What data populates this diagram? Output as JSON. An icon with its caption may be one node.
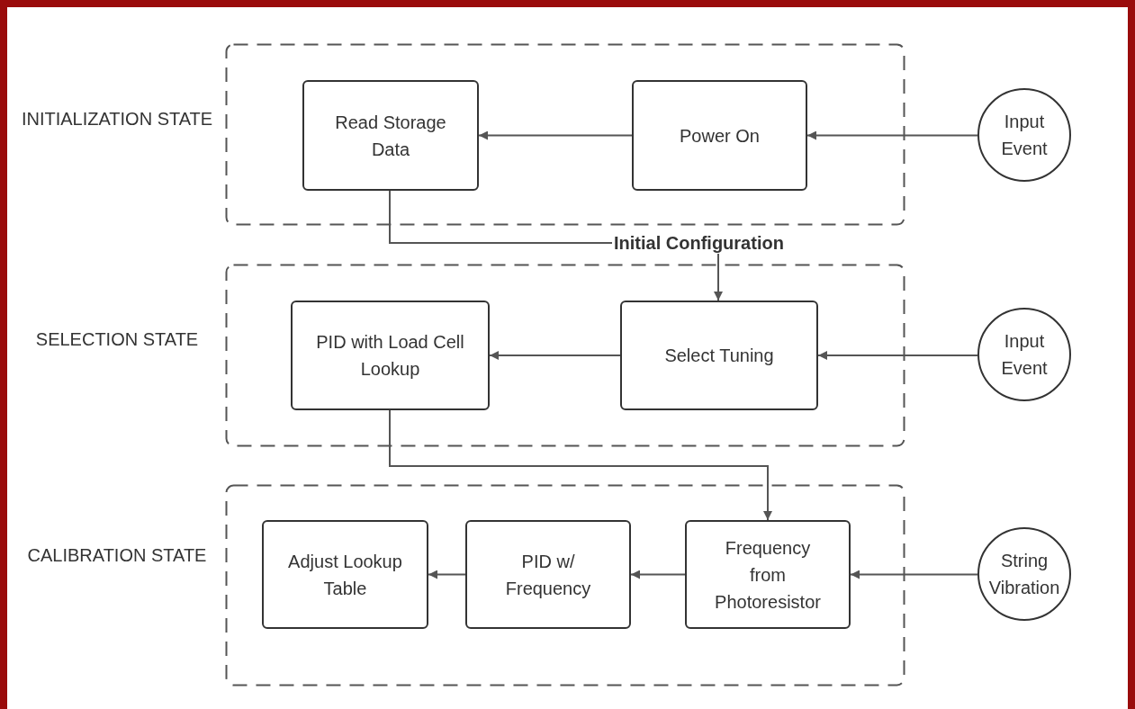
{
  "diagram": {
    "nodes": [
      {
        "text": [],
        "shape": "box",
        "beside": [
          "INITIALIZATION STATE"
        ]
      },
      {
        "text": [
          "Read Storage Data"
        ],
        "in": 0
      },
      {
        "text": [
          "Power On"
        ],
        "in": 0
      },
      {
        "text": [
          "Input Event"
        ]
      },
      {
        "text": [],
        "shape": "box",
        "beside": [
          "SELECTION STATE"
        ]
      },
      {
        "text": [
          "PID with Load Cell Lookup"
        ],
        "in": 4
      },
      {
        "text": [
          "Select Tuning"
        ],
        "in": 4
      },
      {
        "text": [
          "Input Event"
        ]
      },
      {
        "text": [],
        "shape": "box",
        "beside": [
          "CALIBRATION STATE"
        ]
      },
      {
        "text": [
          "Adjust Lookup Table"
        ],
        "in": 8
      },
      {
        "text": [
          "PID w/ Frequency"
        ],
        "in": 8
      },
      {
        "text": [
          "Frequency from Photoresistor"
        ],
        "in": 8
      },
      {
        "text": [
          "String Vibration"
        ]
      }
    ],
    "edges": [
      {
        "from": 3,
        "to": 2,
        "arrow": "to"
      },
      {
        "from": 2,
        "to": 1,
        "arrow": "to"
      },
      {
        "from": 1,
        "to": 6,
        "arrow": "to",
        "label": "Initial Configuration"
      },
      {
        "from": 7,
        "to": 6,
        "arrow": "to"
      },
      {
        "from": 6,
        "to": 5,
        "arrow": "to"
      },
      {
        "from": 5,
        "to": 11,
        "arrow": "to"
      },
      {
        "from": 12,
        "to": 11,
        "arrow": "to"
      },
      {
        "from": 11,
        "to": 10,
        "arrow": "to"
      },
      {
        "from": 10,
        "to": 9,
        "arrow": "to"
      }
    ]
  }
}
